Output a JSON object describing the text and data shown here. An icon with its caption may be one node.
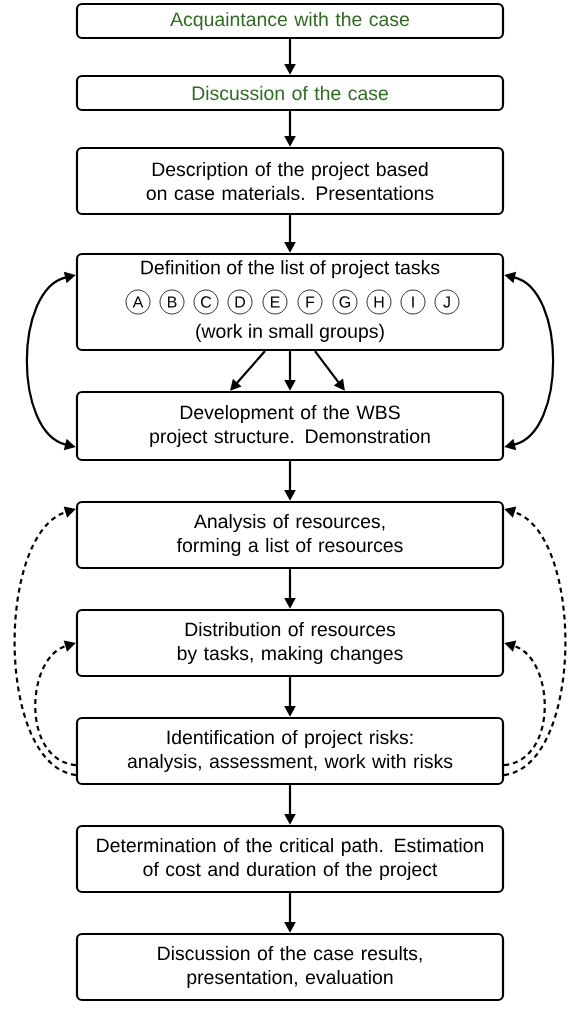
{
  "diagram": {
    "nodes": [
      {
        "text": [
          "Acquaintance with the case"
        ]
      },
      {
        "text": [
          "Discussion of the case"
        ]
      },
      {
        "text": [
          "Description of the project based on case materials. Presentations"
        ]
      },
      {
        "text": [
          "Definition of the list of project tasks",
          "(work in small groups)"
        ]
      },
      {
        "text": [
          "A"
        ],
        "in": 3
      },
      {
        "text": [
          "B"
        ],
        "in": 3
      },
      {
        "text": [
          "C"
        ],
        "in": 3
      },
      {
        "text": [
          "D"
        ],
        "in": 3
      },
      {
        "text": [
          "E"
        ],
        "in": 3
      },
      {
        "text": [
          "F"
        ],
        "in": 3
      },
      {
        "text": [
          "G"
        ],
        "in": 3
      },
      {
        "text": [
          "H"
        ],
        "in": 3
      },
      {
        "text": [
          "I"
        ],
        "in": 3
      },
      {
        "text": [
          "J"
        ],
        "in": 3
      },
      {
        "text": [
          "Development of the WBS project structure. Demonstration"
        ]
      },
      {
        "text": [
          "Analysis of resources, forming a list of resources"
        ]
      },
      {
        "text": [
          "Distribution of resources by tasks, making changes"
        ]
      },
      {
        "text": [
          "Identification of project risks: analysis, assessment, work with risks"
        ]
      },
      {
        "text": [
          "Determination of the critical path. Estimation of cost and duration of the project"
        ]
      },
      {
        "text": [
          "Discussion of the case results, presentation, evaluation"
        ]
      }
    ],
    "edges": [
      {
        "from": 0,
        "to": 1,
        "arrow": "to"
      },
      {
        "from": 1,
        "to": 2,
        "arrow": "to"
      },
      {
        "from": 2,
        "to": 3,
        "arrow": "to"
      },
      {
        "from": 3,
        "to": 14,
        "arrow": "to"
      },
      {
        "from": 3,
        "to": 14,
        "arrow": "to"
      },
      {
        "from": 3,
        "to": 14,
        "arrow": "to"
      },
      {
        "from": 3,
        "to": 14,
        "arrow": "both"
      },
      {
        "from": 3,
        "to": 14,
        "arrow": "both"
      },
      {
        "from": 14,
        "to": 15,
        "arrow": "to"
      },
      {
        "from": 15,
        "to": 16,
        "arrow": "to"
      },
      {
        "from": 16,
        "to": 17,
        "arrow": "to"
      },
      {
        "from": 17,
        "to": 15,
        "arrow": "to",
        "style": "dashed"
      },
      {
        "from": 17,
        "to": 16,
        "arrow": "to",
        "style": "dashed"
      },
      {
        "from": 17,
        "to": 15,
        "arrow": "to",
        "style": "dashed"
      },
      {
        "from": 17,
        "to": 16,
        "arrow": "to",
        "style": "dashed"
      },
      {
        "from": 17,
        "to": 18,
        "arrow": "to"
      },
      {
        "from": 18,
        "to": 19,
        "arrow": "to"
      }
    ]
  }
}
